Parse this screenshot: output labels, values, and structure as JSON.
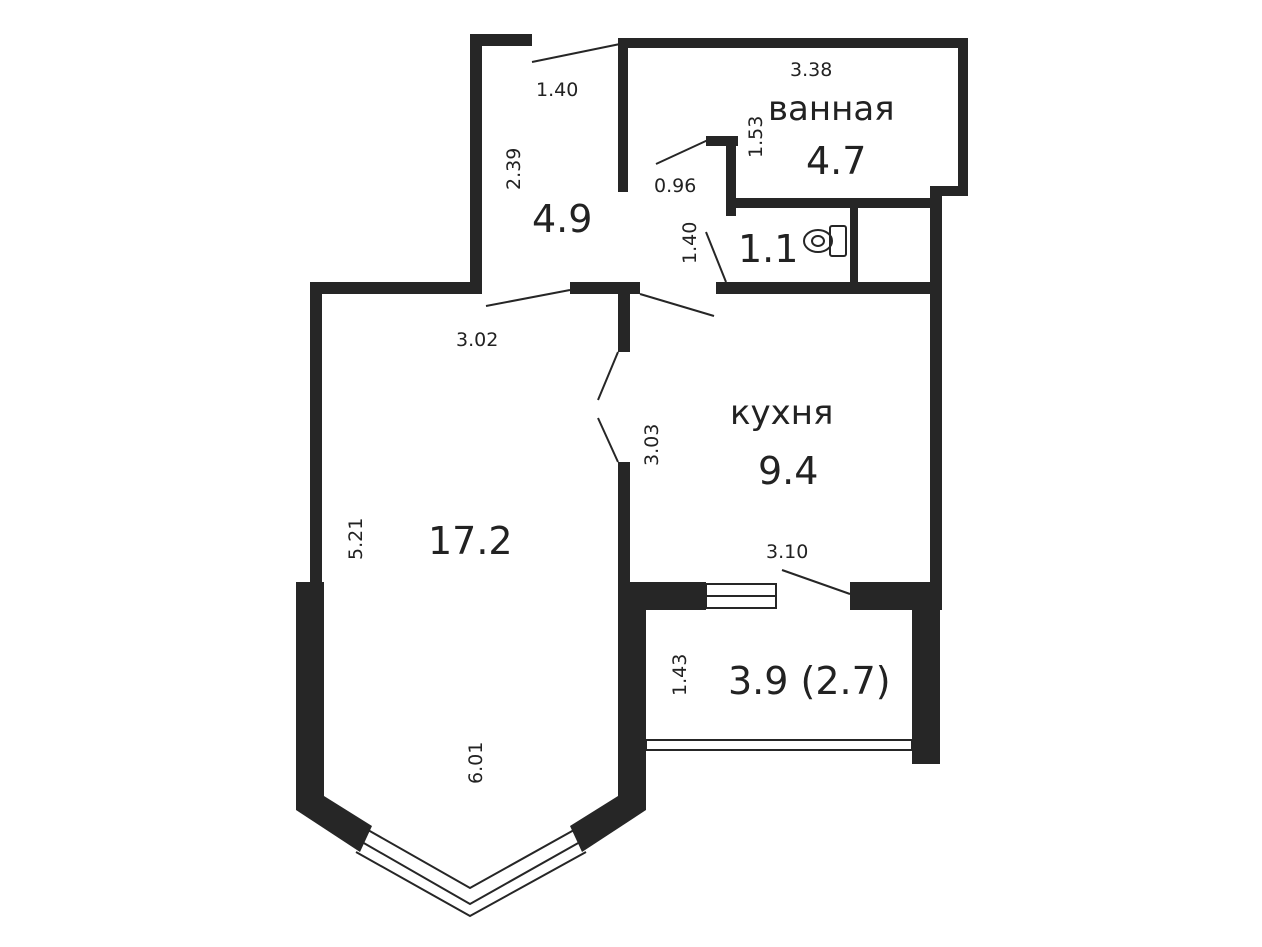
{
  "rooms": {
    "hall": {
      "area": "4.9"
    },
    "bath": {
      "name": "ванная",
      "area": "4.7"
    },
    "wc": {
      "area": "1.1"
    },
    "kitchen": {
      "name": "кухня",
      "area": "9.4"
    },
    "living": {
      "area": "17.2"
    },
    "balcony": {
      "area": "3.9 (2.7)"
    }
  },
  "dims": {
    "hall_entry": "1.40",
    "hall_height": "2.39",
    "bath_width": "3.38",
    "bath_side": "1.53",
    "bath_door": "0.96",
    "wc_door": "1.40",
    "living_door": "3.02",
    "kitchen_door": "3.03",
    "kitchen_width": "3.10",
    "living_height": "5.21",
    "living_bottom": "6.01",
    "balcony_depth": "1.43"
  },
  "icons": {
    "toilet": "toilet-icon"
  }
}
